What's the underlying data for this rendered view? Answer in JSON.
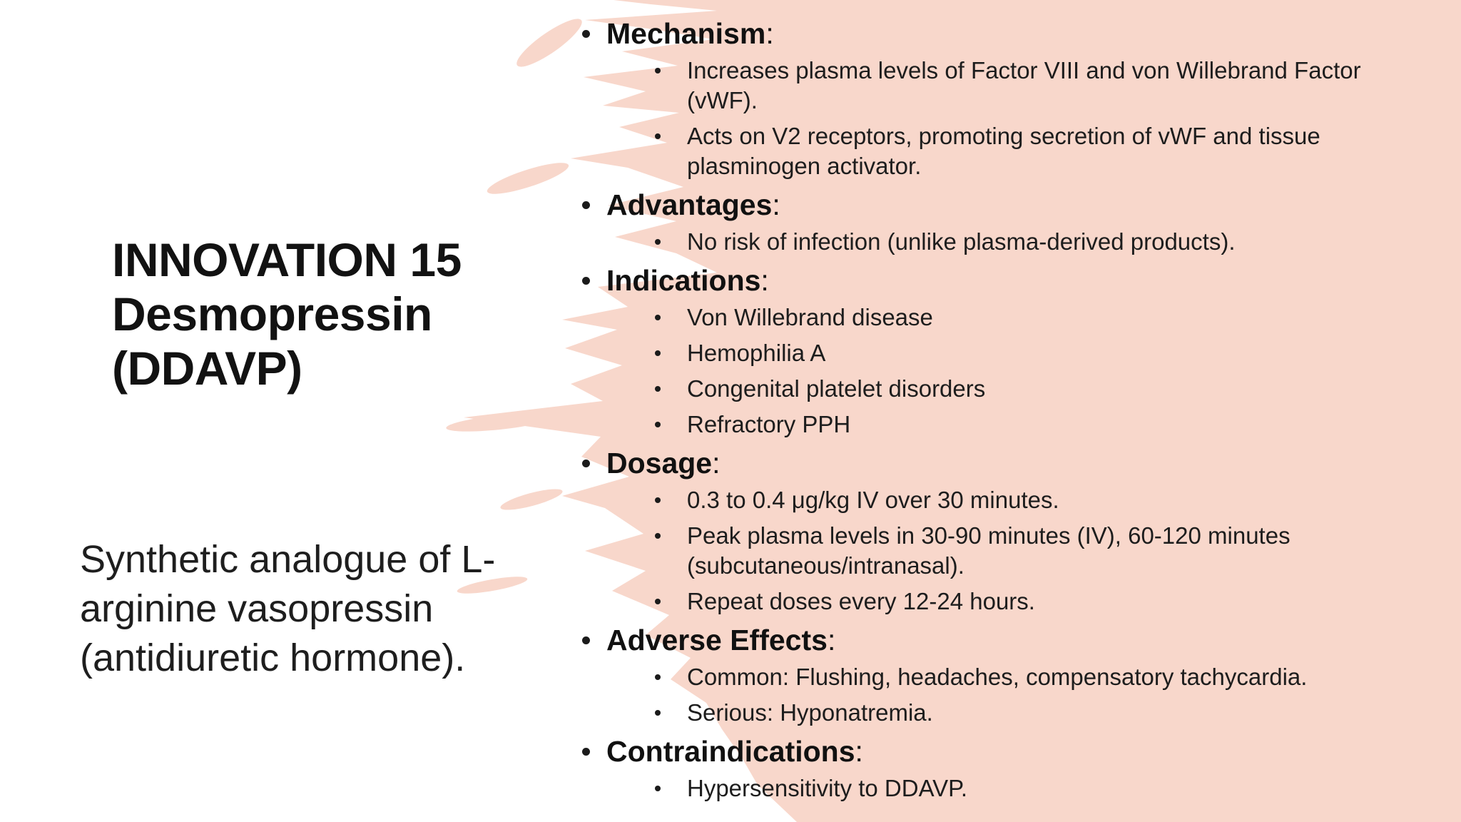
{
  "slide": {
    "title_lines": [
      "INNOVATION 15",
      "Desmopressin",
      "(DDAVP)"
    ],
    "subtitle": "Synthetic analogue of L-arginine vasopressin (antidiuretic hormone)."
  },
  "punctuation": {
    "heading_colon": ":"
  },
  "sections": [
    {
      "heading": "Mechanism",
      "items": [
        "Increases plasma levels of Factor VIII and von Willebrand Factor (vWF).",
        "Acts on V2 receptors, promoting secretion of vWF and tissue plasminogen activator."
      ]
    },
    {
      "heading": "Advantages",
      "items": [
        "No risk of infection (unlike plasma-derived products)."
      ]
    },
    {
      "heading": "Indications",
      "items": [
        "Von Willebrand disease",
        "Hemophilia A",
        "Congenital platelet disorders",
        "Refractory PPH"
      ]
    },
    {
      "heading": "Dosage",
      "items": [
        "0.3 to 0.4 μg/kg IV over 30 minutes.",
        "Peak plasma levels in 30-90 minutes (IV), 60-120 minutes (subcutaneous/intranasal).",
        "Repeat doses every 12-24 hours."
      ]
    },
    {
      "heading": "Adverse Effects",
      "items": [
        "Common: Flushing, headaches, compensatory tachycardia.",
        "Serious: Hyponatremia."
      ]
    },
    {
      "heading": "Contraindications",
      "items": [
        "Hypersensitivity to DDAVP."
      ]
    }
  ],
  "colors": {
    "background": "#ffffff",
    "accent_brush": "#f8d7cb",
    "text": "#1b1b1b"
  }
}
